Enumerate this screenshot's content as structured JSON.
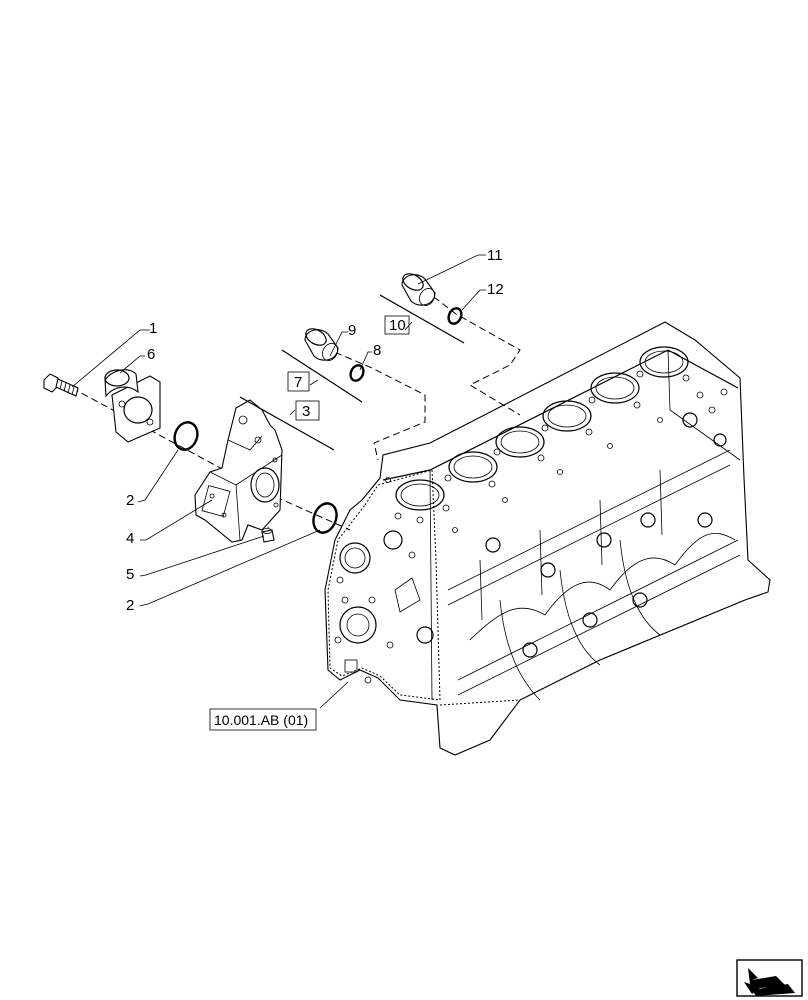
{
  "callouts": {
    "c1": "1",
    "c2a": "2",
    "c2b": "2",
    "c3": "3",
    "c4": "4",
    "c5": "5",
    "c6": "6",
    "c7": "7",
    "c8": "8",
    "c9": "9",
    "c10": "10",
    "c11": "11",
    "c12": "12"
  },
  "reference": {
    "label": "10.001.AB (01)"
  },
  "icons": {
    "corner": "next-page-arrow-icon"
  }
}
